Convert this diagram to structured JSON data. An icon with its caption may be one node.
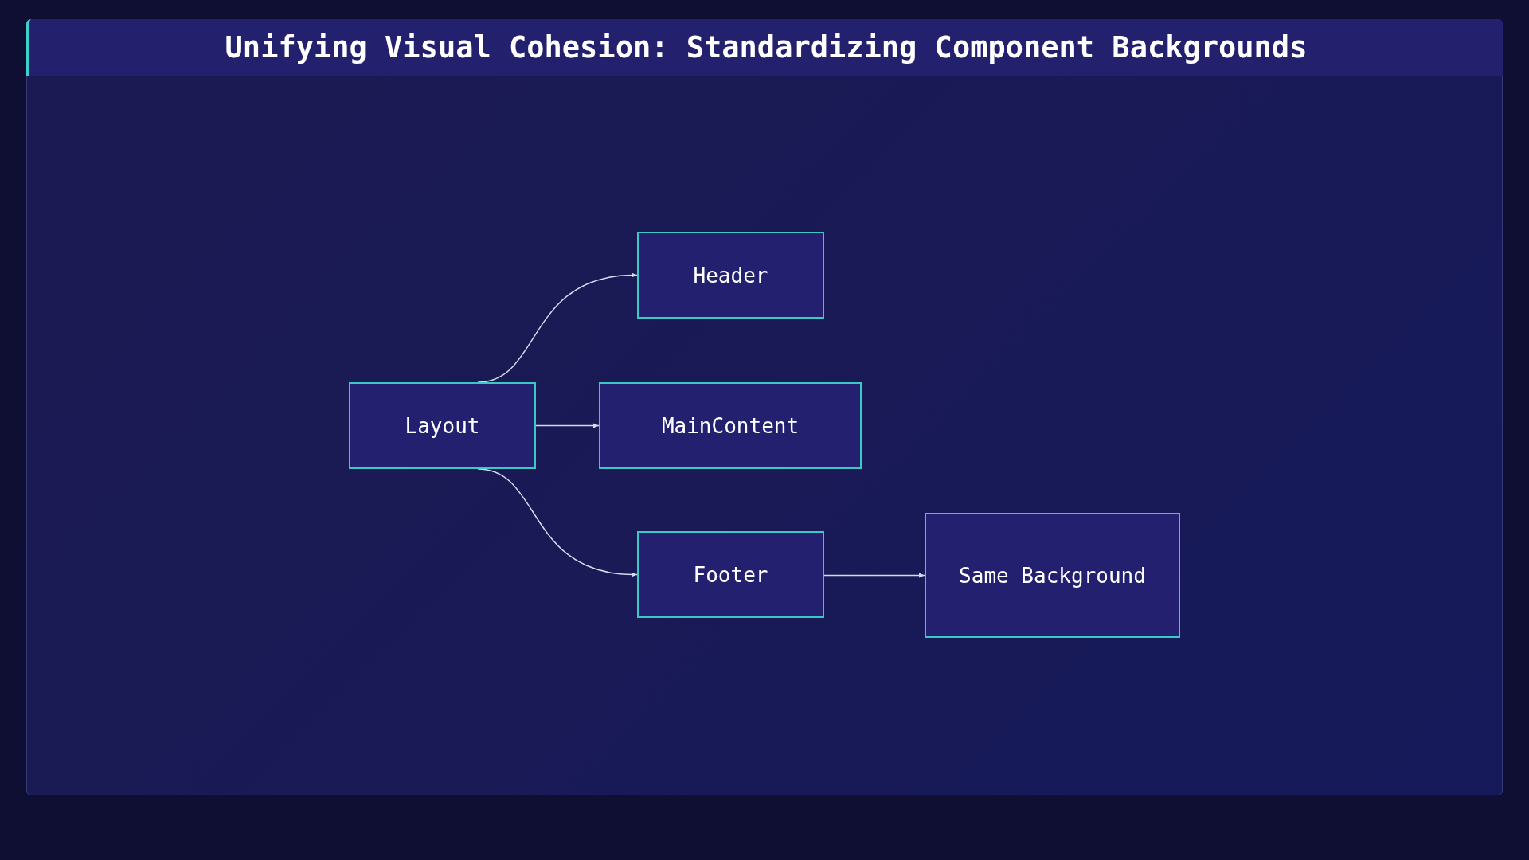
{
  "diagram": {
    "title": "Unifying Visual Cohesion: Standardizing Component Backgrounds",
    "nodes": [
      {
        "text": [
          "Header"
        ]
      },
      {
        "text": [
          "Layout"
        ]
      },
      {
        "text": [
          "MainContent"
        ]
      },
      {
        "text": [
          "Footer"
        ]
      },
      {
        "text": [
          "Same Background"
        ]
      }
    ],
    "edges": [
      {
        "from": 1,
        "to": 0,
        "arrow": "to"
      },
      {
        "from": 1,
        "to": 2,
        "arrow": "to"
      },
      {
        "from": 1,
        "to": 3,
        "arrow": "to"
      },
      {
        "from": 3,
        "to": 4,
        "arrow": "to"
      }
    ]
  }
}
